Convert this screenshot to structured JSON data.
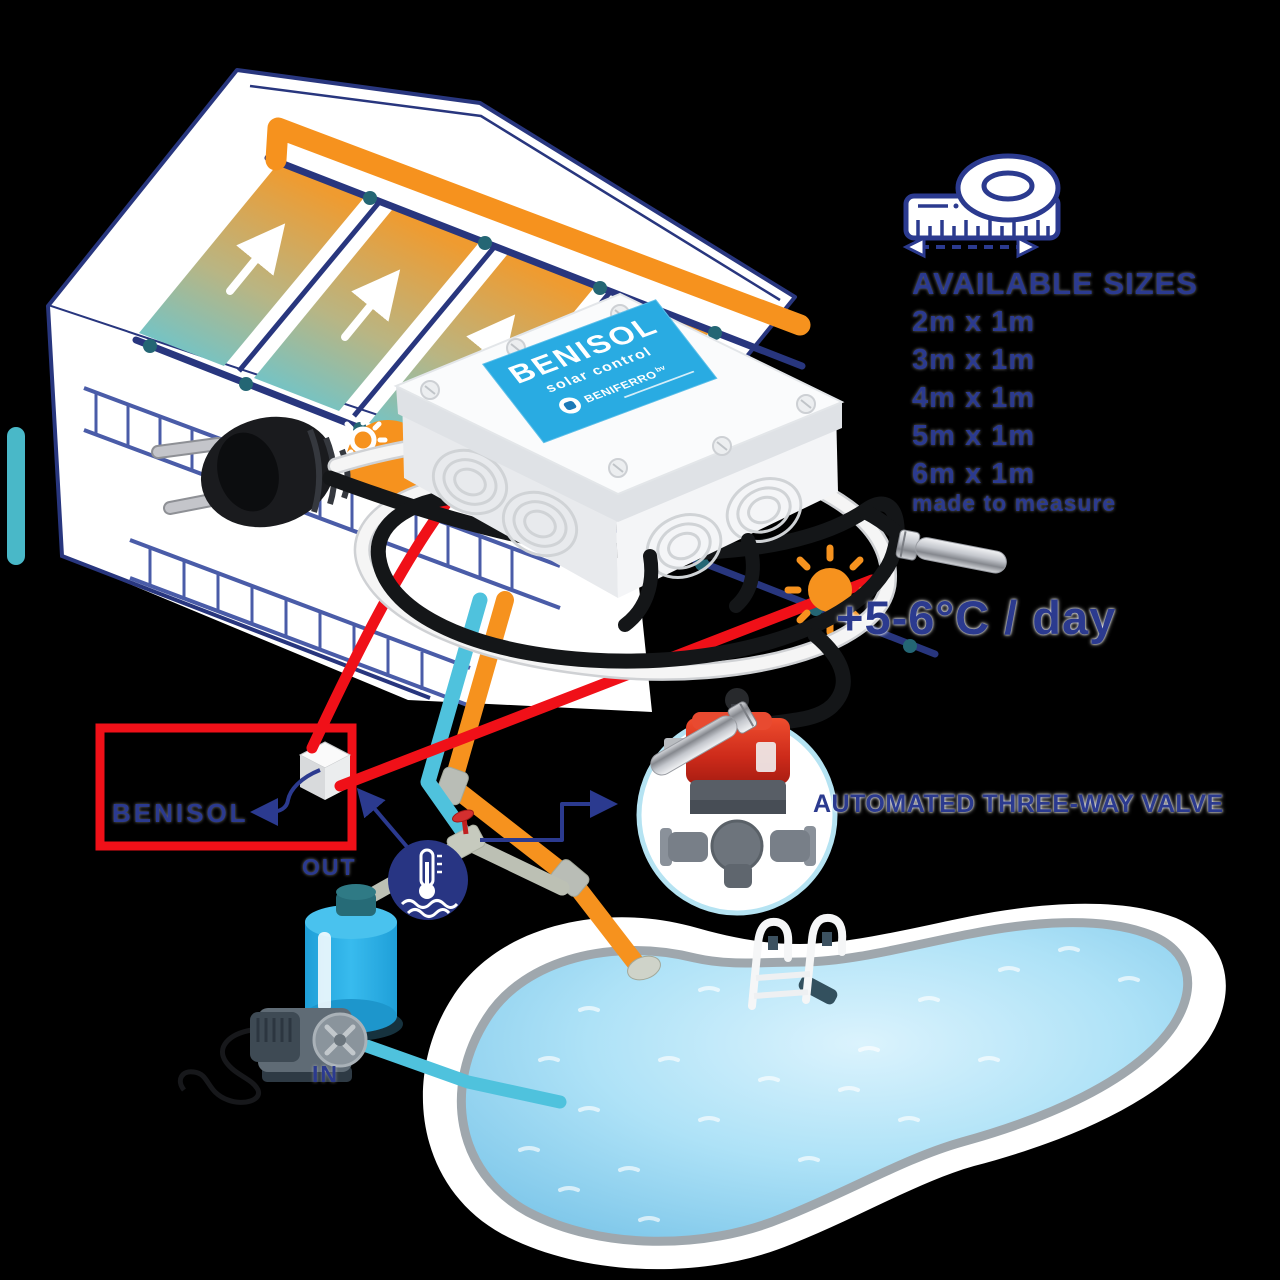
{
  "control_box": {
    "brand": "BENISOL",
    "subtitle": "solar control",
    "logo_text": "BENIFERRO",
    "logo_suffix": "bv",
    "label_color": "#29abe2"
  },
  "sizes": {
    "icon": "measuring-tape-icon",
    "heading": "AVAILABLE SIZES",
    "options": [
      "2m x 1m",
      "3m x 1m",
      "4m x 1m",
      "5m x 1m",
      "6m x 1m"
    ],
    "note": "made to measure"
  },
  "benefit": {
    "gain_label": "+5-6°C / day",
    "icon": "sun-icon"
  },
  "valve": {
    "label": "AUTOMATED THREE-WAY VALVE",
    "image": "three-way-valve-photo"
  },
  "diagram_labels": {
    "controller": "BENISOL",
    "out": "OUT",
    "in": "IN"
  },
  "icons": {
    "measuring-tape-icon": "tape spool with ruler ticks and dashed width arrow",
    "sun-icon": "orange sun disc with rays",
    "gear-icon": "white gear on orange sun",
    "water-temperature-icon": "thermometer over waves in dark blue circle"
  },
  "colors": {
    "text_blue": "#2b3a8f",
    "line_blue": "#28367e",
    "orange": "#f6921e",
    "red": "#f01018",
    "cyan_pipe": "#4fc2dd",
    "label_blue": "#29abe2",
    "pool_water": "#aee2f7",
    "filter_blue": "#2eb6ed",
    "background": "#000000"
  }
}
